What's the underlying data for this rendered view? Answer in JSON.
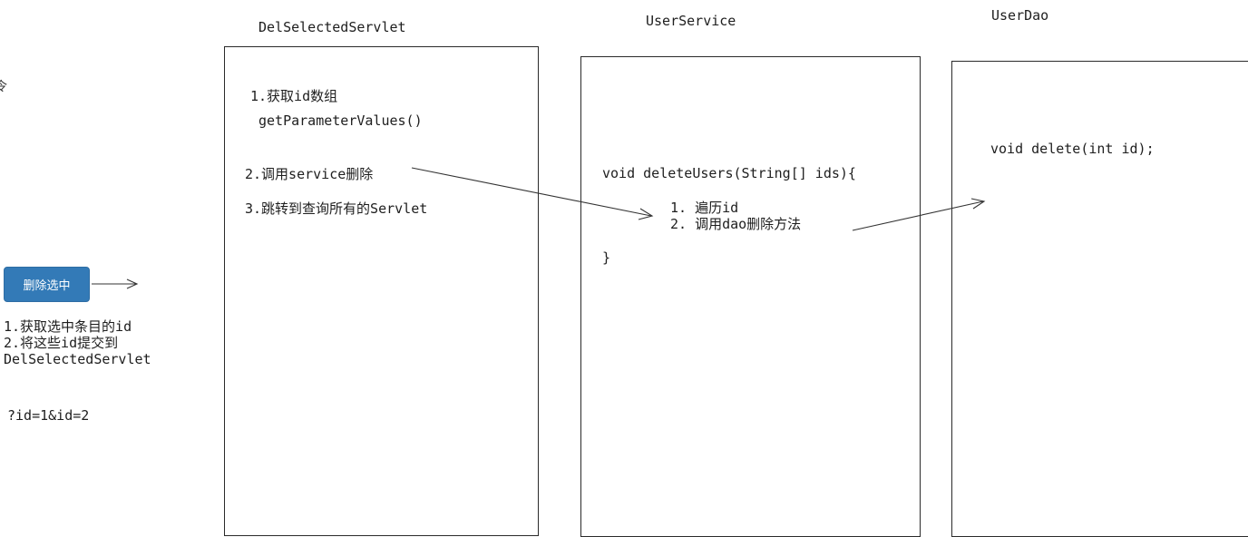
{
  "left_panel": {
    "edge_glyph": "令",
    "button_label": "删除选中",
    "steps": [
      "1.获取选中条目的id",
      "2.将这些id提交到",
      "DelSelectedServlet"
    ],
    "query": "?id=1&id=2"
  },
  "servlet": {
    "title": "DelSelectedServlet",
    "step1": "1.获取id数组",
    "step1_call": "getParameterValues()",
    "step2": "2.调用service删除",
    "step3": "3.跳转到查询所有的Servlet"
  },
  "service": {
    "title": "UserService",
    "signature": "void deleteUsers(String[] ids){",
    "steps": [
      "1.  遍历id",
      "2.  调用dao删除方法"
    ],
    "closing": "}"
  },
  "dao": {
    "title": "UserDao",
    "method": "void delete(int id);"
  }
}
